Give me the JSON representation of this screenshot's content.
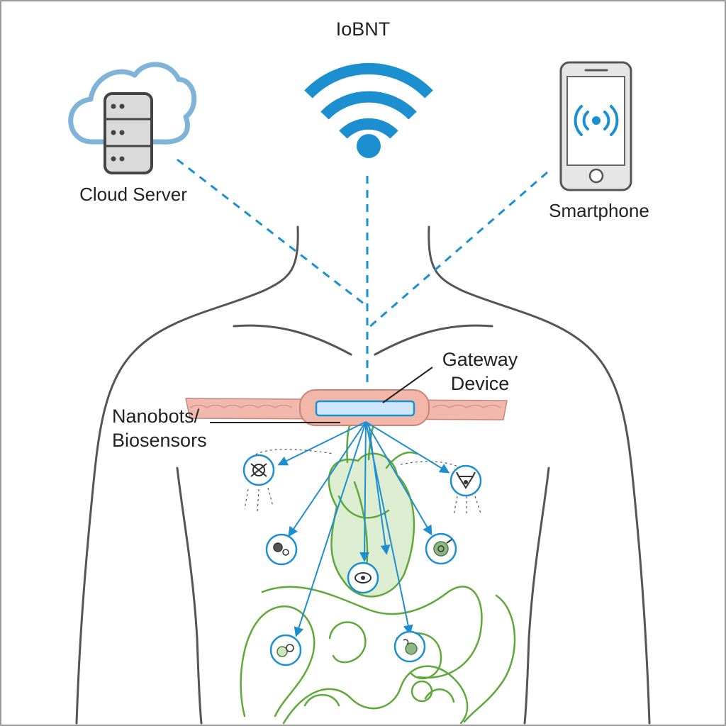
{
  "title": "IoBNT",
  "labels": {
    "cloud": "Cloud Server",
    "phone": "Smartphone",
    "gateway_line1": "Gateway",
    "gateway_line2": "Device",
    "nano_line1": "Nanobots/",
    "nano_line2": "Biosensors"
  },
  "colors": {
    "accent_blue": "#1b8fd0",
    "cloud_outline": "#7fb3d8",
    "organ_green": "#5fa83a",
    "skin": "#f1b9ae",
    "body_outline": "#555555"
  },
  "icons": [
    "cloud-server-icon",
    "wifi-icon",
    "smartphone-icon",
    "broadcast-icon",
    "nanobot-icon"
  ]
}
